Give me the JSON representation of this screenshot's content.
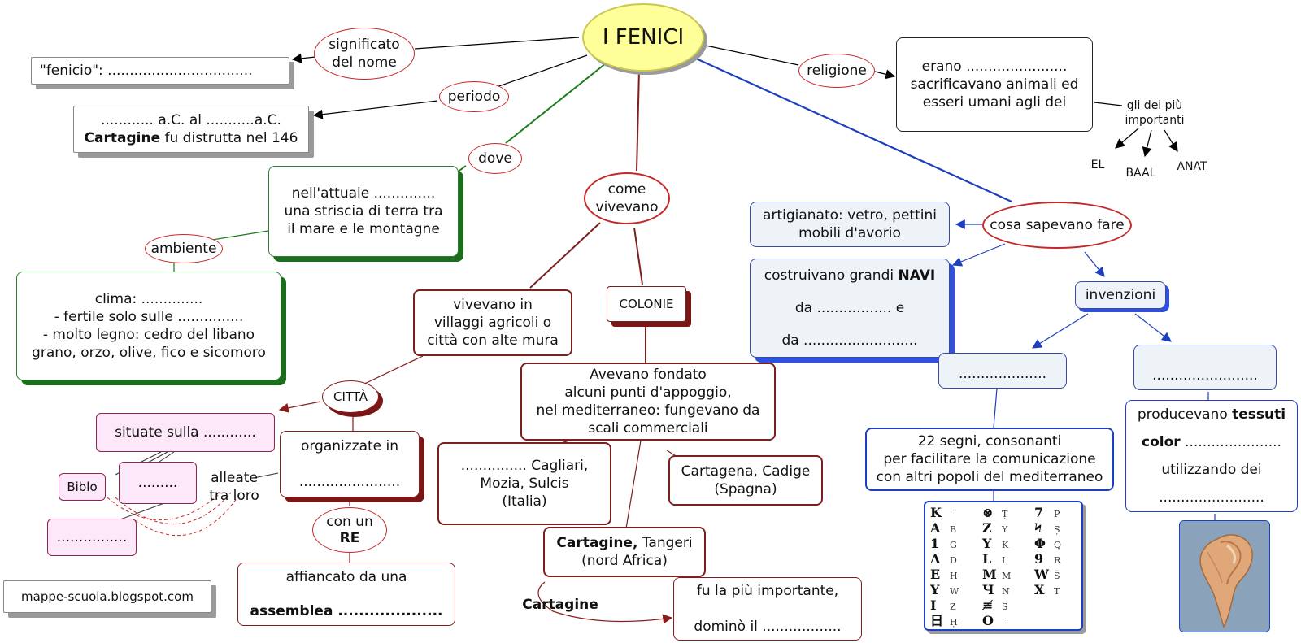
{
  "title": "I FENICI",
  "nodes": {
    "significato": "significato\ndel nome",
    "fenicio": "\"fenicio\": .................................",
    "periodo": "periodo",
    "periodo_box_line1": "............ a.C.  al ...........a.C.",
    "periodo_box_bold": "Cartagine",
    "periodo_box_rest": " fu distrutta nel 146",
    "dove": "dove",
    "dove_box": "nell'attuale ..............\nuna striscia di terra tra\nil mare e le montagne",
    "ambiente": "ambiente",
    "ambiente_box": "clima: ..............\n- fertile solo sulle ...............\n- molto legno: cedro del libano\ngrano, orzo, olive, fico e sicomoro",
    "come_vivevano": "come\nvivevano",
    "villaggi": "vivevano in\nvillaggi agricoli o\ncittà con alte mura",
    "colonie": "COLONIE",
    "citta": "CITTÀ",
    "situate": "situate sulla ............",
    "biblo": "Biblo",
    "dots_small": ".........",
    "dots_pink2": "................",
    "alleate": "alleate\ntra loro",
    "organizzate": "organizzate in\n\n.......................",
    "con_un": "con un",
    "re": "RE",
    "affiancato": "affiancato da una",
    "assemblea": "assemblea ....................",
    "avevano": "Avevano fondato\nalcuni punti d'appoggio,\nnel mediterraneo: fungevano da\nscali commerciali",
    "cagliari": "............... Cagliari,\nMozia, Sulcis\n(Italia)",
    "cartagena": "Cartagena, Cadige\n(Spagna)",
    "cartagine_bold": "Cartagine,",
    "cartagine_rest": " Tangeri",
    "nord_africa": "(nord Africa)",
    "cartagine_label": "Cartagine",
    "piu_importante": "fu la più importante,\n\ndominò il ..................",
    "religione": "religione",
    "religione_box": "erano .......................\nsacrificavano animali ed\nesseri umani agli dei",
    "dei_label": "gli dei più\nimportanti",
    "god_el": "EL",
    "god_baal": "BAAL",
    "god_anat": "ANAT",
    "cosa_sapevano": "cosa sapevano fare",
    "artigianato": "artigianato: vetro, pettini\nmobili d'avorio",
    "navi_pre": "costruivano grandi ",
    "navi_bold": "NAVI",
    "navi_da1": "da ................. e",
    "navi_da2": "da ..........................",
    "invenzioni": "invenzioni",
    "inv_left": "....................",
    "inv_right": "........................",
    "segni": "22 segni, consonanti\nper facilitare la comunicazione\ncon altri popoli del mediterraneo",
    "tessuti_pre": "producevano ",
    "tessuti_bold": "tessuti",
    "color_bold": "color",
    "color_rest": " ......................",
    "utilizzando": "utilizzando dei",
    "utilizzando_dots": "........................",
    "blog": "mappe-scuola.blogspot.com"
  },
  "alphabet": {
    "col1_letters": [
      "'",
      "B",
      "G",
      "D",
      "H",
      "W",
      "Z",
      "Ḥ"
    ],
    "col2_letters": [
      "Ṭ",
      "Y",
      "K",
      "L",
      "M",
      "N",
      "S",
      "'"
    ],
    "col3_letters": [
      "P",
      "Ṣ",
      "Q",
      "R",
      "Š",
      "T"
    ]
  },
  "colors": {
    "ellipse_border": "#c62828",
    "title_fill": "#ffff99",
    "green": "#2e7d32",
    "maroon": "#7b1f1f",
    "blue": "#1e3fbf",
    "pink": "#fde8fa"
  },
  "icons": {
    "shell": "shell-photo",
    "alphabet": "phoenician-alphabet-table"
  }
}
